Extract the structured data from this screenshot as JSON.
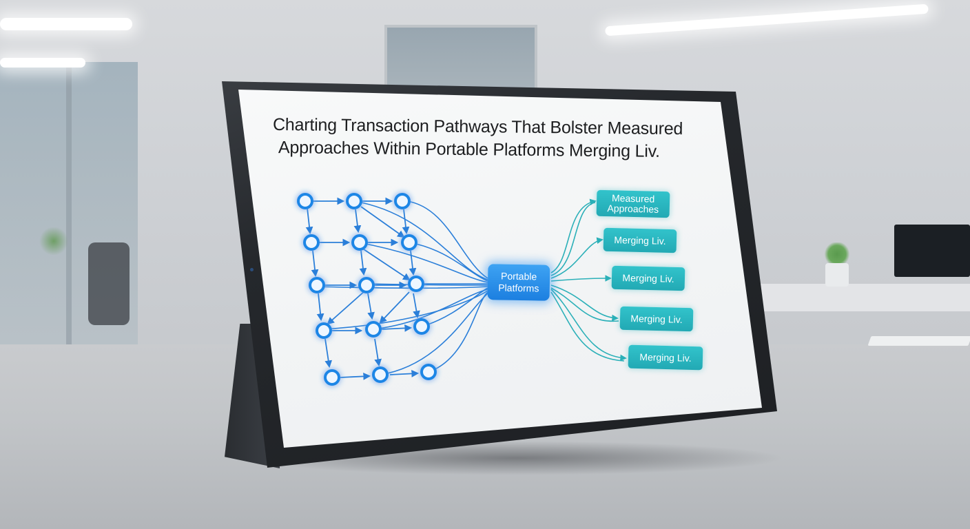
{
  "title": {
    "line1": "Charting Transaction Pathways That Bolster Measured",
    "line2": "Approaches Within Portable Platforms Merging Liv."
  },
  "hub": {
    "line1": "Portable",
    "line2": "Platforms"
  },
  "outputs": [
    {
      "line1": "Measured",
      "line2": "Approaches"
    },
    {
      "line1": "Merging Liv.",
      "line2": ""
    },
    {
      "line1": "Merging Liv.",
      "line2": ""
    },
    {
      "line1": "Merging Liv.",
      "line2": ""
    },
    {
      "line1": "Merging Liv.",
      "line2": ""
    }
  ],
  "colors": {
    "node": "#1f86e6",
    "edge": "#2b7fd9",
    "hub": "#1c7fe0",
    "output": "#26b3bd",
    "output_edge": "#2bb0b8"
  }
}
